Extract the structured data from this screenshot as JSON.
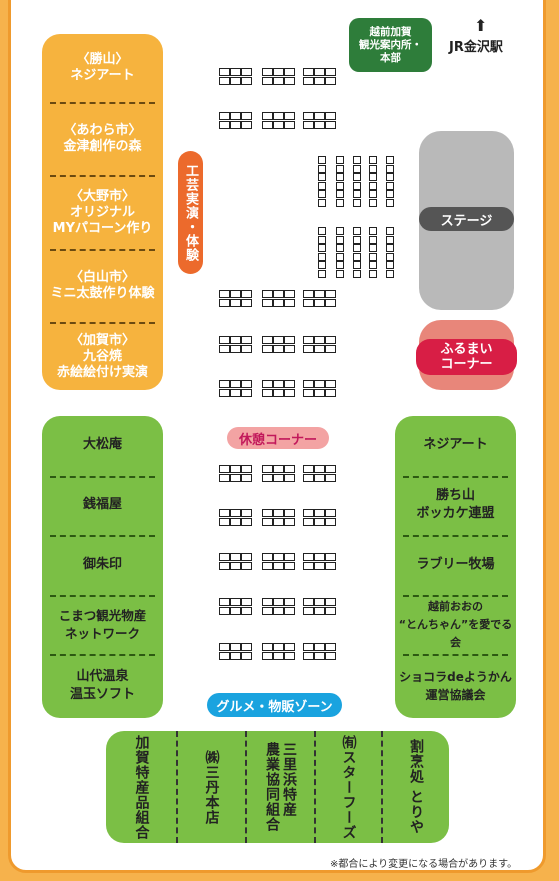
{
  "info_center": "越前加賀\n観光案内所・\n本部",
  "station": {
    "arrow": "⬆",
    "label": "JR金沢駅"
  },
  "crafts_label": "工芸実演・体験",
  "left_workshops": [
    {
      "area": "〈勝山〉",
      "name": "ネジアート"
    },
    {
      "area": "〈あわら市〉",
      "name": "金津創作の森"
    },
    {
      "area": "〈大野市〉",
      "name": "オリジナル\nMYパコーン作り"
    },
    {
      "area": "〈白山市〉",
      "name": "ミニ太鼓作り体験"
    },
    {
      "area": "〈加賀市〉",
      "name": "九谷焼\n赤絵絵付け実演"
    }
  ],
  "stage_label": "ステージ",
  "furumai_label": "ふるまい\nコーナー",
  "rest_label": "休憩コーナー",
  "gourmet_label": "グルメ・物販ゾーン",
  "left_food": [
    "大松庵",
    "銭福屋",
    "御朱印",
    "こまつ観光物産\nネットワーク",
    "山代温泉\n温玉ソフト"
  ],
  "right_food": [
    "ネジアート",
    "勝ち山\nボッカケ連盟",
    "ラブリー牧場",
    "越前おおの\n“とんちゃん”を愛でる会",
    "ショコラdeようかん\n運営協議会"
  ],
  "bottom_vendors": [
    "加賀特産品組合",
    "㈱三丹本店",
    "農業協同組合|三里浜特産",
    "㈲スターフーズ",
    "割烹処 とりや"
  ],
  "footnote": "※都合により変更になる場合があります。",
  "colors": {
    "orange": "#f6b33e",
    "green": "#7bbf45",
    "stage": "#b9b9b9",
    "furumai": "#e8867a",
    "rest": "#f3a3a3",
    "gourmet": "#1aa3df",
    "info": "#2e7d3a",
    "crafts": "#ec6a2c"
  }
}
